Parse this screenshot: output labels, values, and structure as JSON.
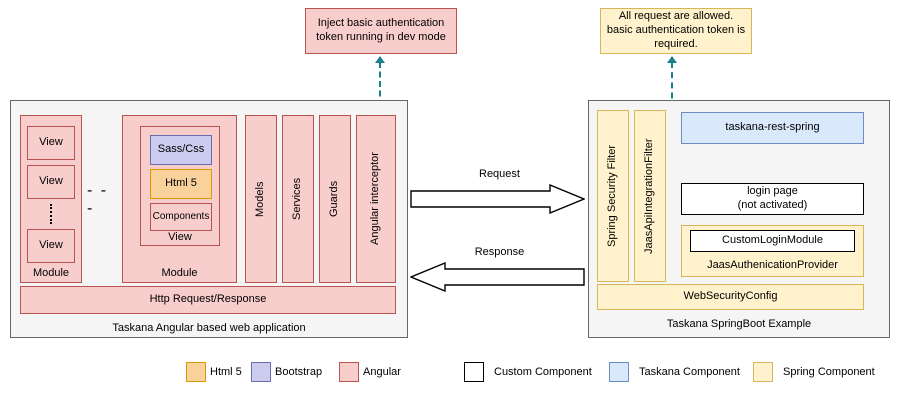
{
  "annotations": {
    "left_note": "Inject basic authentication token running in dev mode",
    "right_note": "All request are allowed. basic authentication token is required."
  },
  "left_panel": {
    "caption": "Taskana Angular based web application",
    "module_a": {
      "label": "Module",
      "views": [
        "View",
        "View",
        "View"
      ]
    },
    "separator": "- - -",
    "module_b": {
      "label": "Module",
      "view_label": "View",
      "items": [
        "Sass/Css",
        "Html 5",
        "Components"
      ]
    },
    "columns": [
      "Models",
      "Services",
      "Guards",
      "Angular interceptor"
    ],
    "http_bar": "Http Request/Response"
  },
  "center": {
    "request_label": "Request",
    "response_label": "Response"
  },
  "right_panel": {
    "caption": "Taskana SpringBoot Example",
    "filters": [
      "Spring Security Filter",
      "JaasApiIntegrationFilter"
    ],
    "rest": "taskana-rest-spring",
    "login_page_line1": "login page",
    "login_page_line2": "(not activated)",
    "auth_provider": {
      "inner": "CustomLoginModule",
      "label": "JaasAuthenicationProvider"
    },
    "web_security_config": "WebSecurityConfig"
  },
  "legend": {
    "left_group": [
      {
        "label": "Html 5",
        "swatch": "html5"
      },
      {
        "label": "Bootstrap",
        "swatch": "bootstrap"
      },
      {
        "label": "Angular",
        "swatch": "angular"
      }
    ],
    "right_group": [
      {
        "label": "Custom Component",
        "swatch": "custom"
      },
      {
        "label": "Taskana Component",
        "swatch": "taskana"
      },
      {
        "label": "Spring Component",
        "swatch": "spring"
      }
    ]
  },
  "colors": {
    "angular_fill": "#f8cecc",
    "angular_stroke": "#b85450",
    "bootstrap_fill": "#ccccf0",
    "bootstrap_stroke": "#6c6cac",
    "html5_fill": "#f9d29b",
    "html5_stroke": "#d79b00",
    "spring_fill": "#fff2cc",
    "spring_stroke": "#d6b656",
    "taskana_fill": "#dae8fc",
    "taskana_stroke": "#6c8ebf",
    "custom_fill": "#ffffff",
    "custom_stroke": "#000000",
    "panel_fill": "#f5f5f5",
    "panel_stroke": "#666666",
    "connector": "#1a7f8e"
  }
}
